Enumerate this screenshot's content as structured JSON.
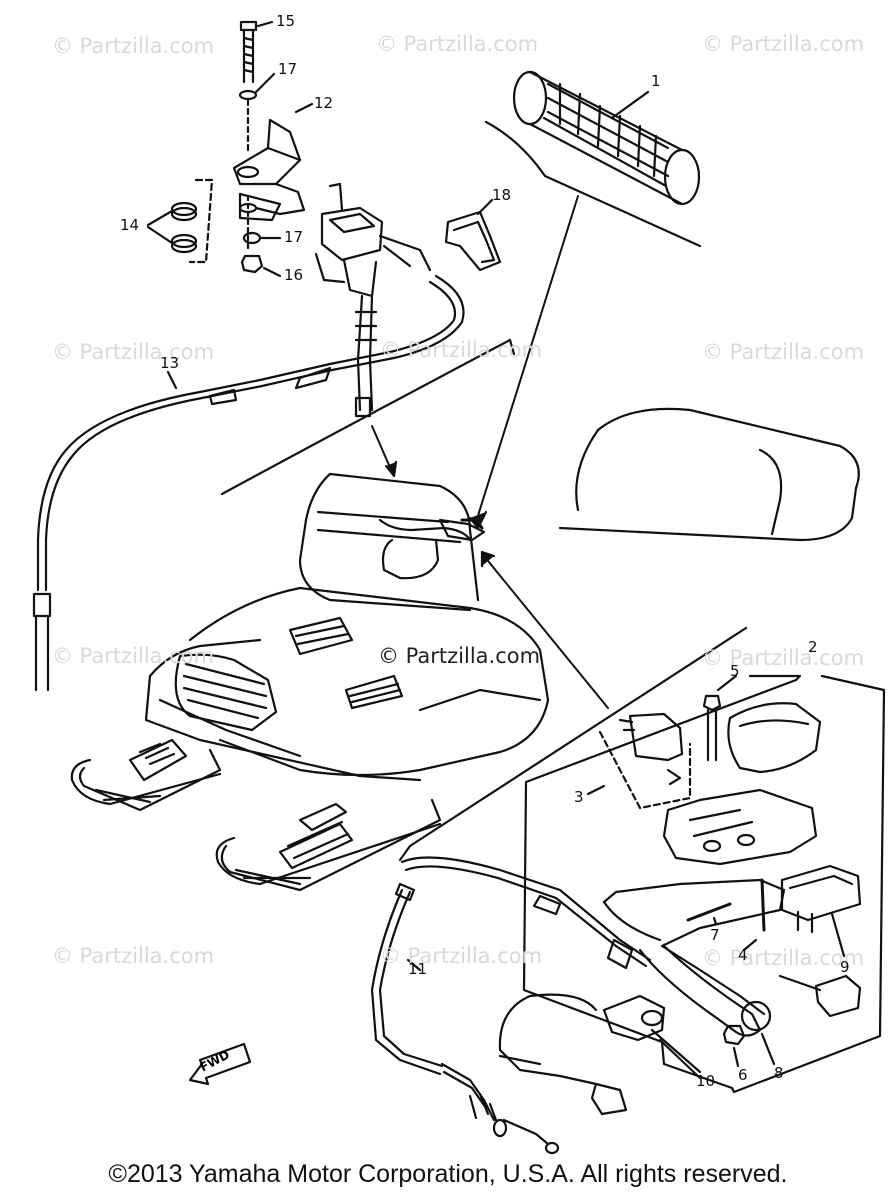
{
  "watermarks": [
    "© Partzilla.com",
    "© Partzilla.com",
    "© Partzilla.com",
    "© Partzilla.com",
    "© Partzilla.com",
    "© Partzilla.com",
    "© Partzilla.com",
    "© Partzilla.com",
    "© Partzilla.com",
    "© Partzilla.com",
    "© Partzilla.com"
  ],
  "center_watermark": "© Partzilla.com",
  "callouts": [
    "15",
    "17",
    "12",
    "14",
    "17",
    "16",
    "18",
    "1",
    "13",
    "2",
    "5",
    "3",
    "7",
    "4",
    "9",
    "11",
    "10",
    "6",
    "8"
  ],
  "fwd_label": "FWD",
  "copyright": "©2013 Yamaha Motor Corporation, U.S.A. All rights reserved."
}
